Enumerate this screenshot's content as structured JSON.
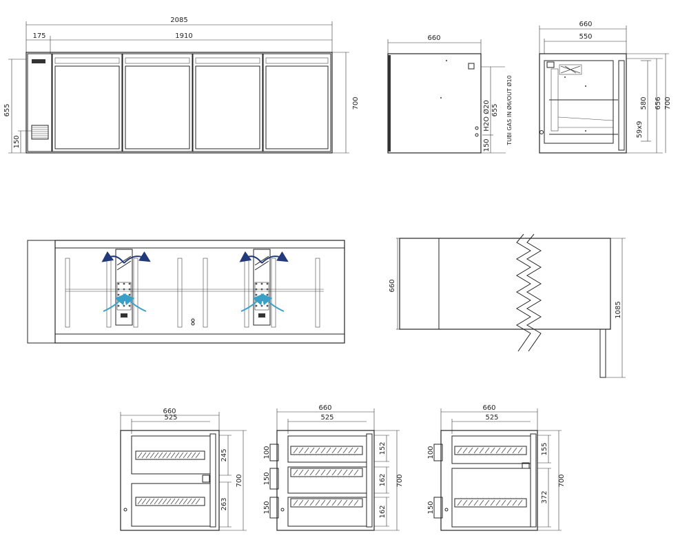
{
  "front_view": {
    "total_width": "2085",
    "left_section": "175",
    "door_section": "1910",
    "height_left": "655",
    "height_right": "700",
    "base_height": "150"
  },
  "side_view": {
    "depth": "660",
    "connections": "TUBI GAS IN Ø6/OUT Ø10",
    "water": "H2O Ø20",
    "height": "655",
    "base": "150"
  },
  "open_side_view": {
    "outer_depth": "660",
    "inner_depth": "550",
    "h1": "580",
    "h2": "656",
    "h3": "700",
    "slot": "59x9"
  },
  "section_view": {
    "depth": "660",
    "height": "1085"
  },
  "config_a": {
    "outer": "660",
    "inner": "525",
    "h_top": "245",
    "h_bottom": "263",
    "total": "700"
  },
  "config_b": {
    "outer": "660",
    "inner": "525",
    "d1": "152",
    "d2": "162",
    "d3": "162",
    "s1": "100",
    "s2": "150",
    "s3": "150",
    "total": "700"
  },
  "config_c": {
    "outer": "660",
    "inner": "525",
    "d1": "155",
    "d2": "372",
    "s1": "100",
    "s2": "150",
    "total": "700"
  }
}
